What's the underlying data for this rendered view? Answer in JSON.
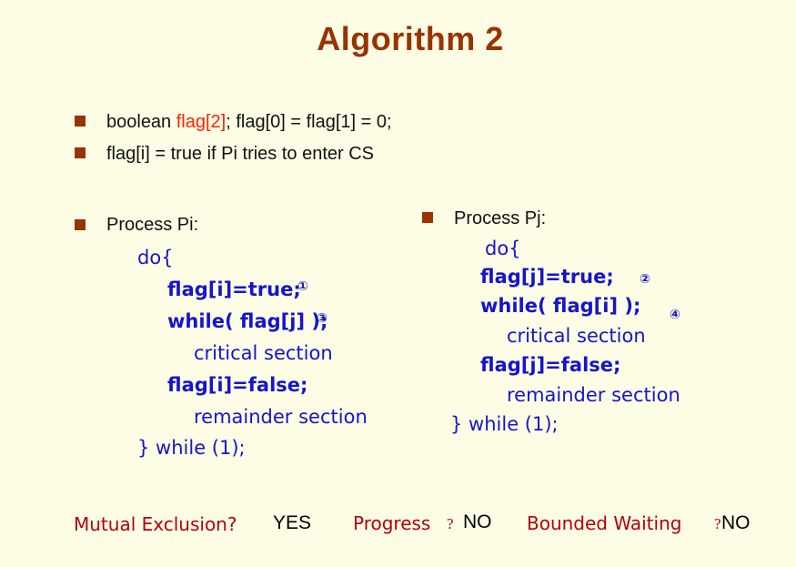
{
  "title": "Algorithm 2",
  "bullets": {
    "b1_part1": "boolean",
    "b1_red": "flag[2]",
    "b1_part2": ";  flag[0] = flag[1] = 0;",
    "b2": "flag[i] = true  if Pi tries to enter CS"
  },
  "process_i": {
    "heading": "Process Pi:",
    "do": "do{",
    "set_true": "flag[i]=true;",
    "while": "while( flag[j] );",
    "critical": "critical section",
    "set_false": "flag[i]=false;",
    "remainder": "remainder section",
    "end": "} while (1);",
    "marker_a": "①",
    "marker_b": "③"
  },
  "process_j": {
    "heading": "Process Pj:",
    "do": "do{",
    "set_true": "flag[j]=true;",
    "while": "while( flag[i] );",
    "critical": "critical section",
    "set_false": "flag[j]=false;",
    "remainder": "remainder section",
    "end": "} while (1);",
    "marker_a": "②",
    "marker_b": "④"
  },
  "summary": {
    "mutex_label": "Mutual Exclusion?",
    "mutex_value": "YES",
    "progress_label": "Progress",
    "progress_q": "?",
    "progress_value": "NO",
    "bounded_label": "Bounded Waiting",
    "bounded_q": "?",
    "bounded_value": "NO"
  },
  "colors": {
    "background": "#fdfde5",
    "title": "#993300",
    "code": "#1515cc",
    "highlight": "#ff2200",
    "summary_label": "#b3000c"
  }
}
